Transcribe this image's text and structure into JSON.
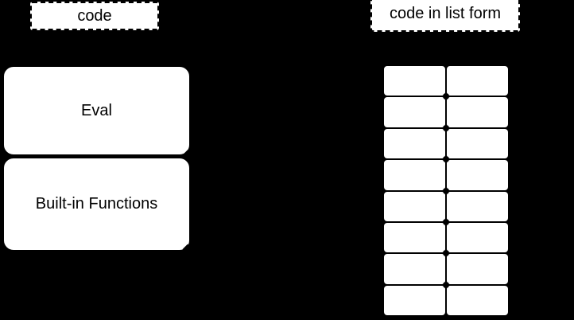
{
  "diagram": {
    "left_group": {
      "header": "code",
      "boxes": [
        {
          "label": "Eval"
        },
        {
          "label": "Built-in Functions"
        }
      ]
    },
    "right_group": {
      "header": "code in list form",
      "grid": {
        "rows": 8,
        "columns": 2
      }
    },
    "colors": {
      "background": "#000000",
      "shape_fill": "#ffffff",
      "stroke": "#000000",
      "text": "#000000"
    }
  }
}
